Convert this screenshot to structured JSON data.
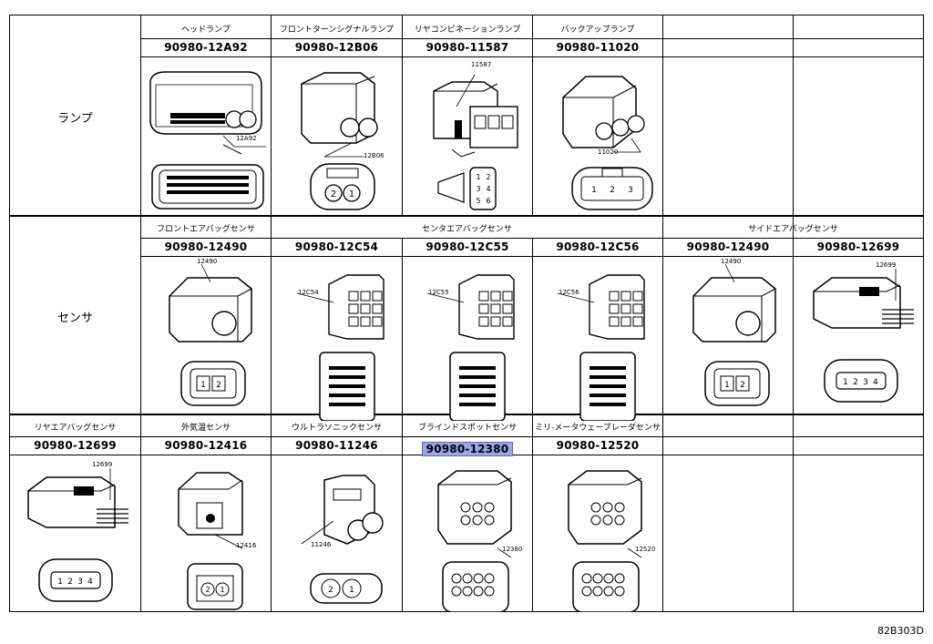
{
  "doc_id": "82B303D",
  "rows": [
    {
      "title": "ランプ",
      "cells": [
        {
          "label": "ヘッドランプ",
          "part": "90980-12A92",
          "callout": "12A92",
          "icon": "connector-multi-pin"
        },
        {
          "label": "フロントターンシグナルランプ",
          "part": "90980-12B06",
          "callout": "12B06",
          "icon": "connector-2-pin"
        },
        {
          "label": "リヤコンビネーションランプ",
          "part": "90980-11587",
          "callout": "11587",
          "icon": "connector-6-pin"
        },
        {
          "label": "バックアップランプ",
          "part": "90980-11020",
          "callout": "11020",
          "icon": "connector-3-pin"
        },
        {
          "label": "",
          "part": "",
          "callout": "",
          "icon": ""
        },
        {
          "label": "",
          "part": "",
          "callout": "",
          "icon": ""
        }
      ],
      "pin_labels": {
        "two": [
          "2",
          "1"
        ],
        "three": [
          "1",
          "2",
          "3"
        ],
        "six": [
          "1",
          "2",
          "3",
          "4",
          "5",
          "6"
        ]
      }
    },
    {
      "title": "センサ",
      "group_labels": [
        "フロントエアバッグセンサ",
        "センタエアバッグセンサ",
        "サイドエアバッグセンサ"
      ],
      "cells": [
        {
          "label": "",
          "part": "90980-12490",
          "callout": "12490",
          "icon": "connector-2-pin"
        },
        {
          "label": "",
          "part": "90980-12C54",
          "callout": "12C54",
          "icon": "connector-multi-pin"
        },
        {
          "label": "",
          "part": "90980-12C55",
          "callout": "12C55",
          "icon": "connector-multi-pin"
        },
        {
          "label": "",
          "part": "90980-12C56",
          "callout": "12C56",
          "icon": "connector-multi-pin"
        },
        {
          "label": "",
          "part": "90980-12490",
          "callout": "12490",
          "icon": "connector-2-pin"
        },
        {
          "label": "",
          "part": "90980-12699",
          "callout": "12699",
          "icon": "connector-4-pin"
        }
      ],
      "pin_labels": {
        "two": [
          "1",
          "2"
        ],
        "four": [
          "1",
          "2",
          "3",
          "4"
        ]
      }
    },
    {
      "title": "",
      "cells": [
        {
          "label": "リヤエアバッグセンサ",
          "part": "90980-12699",
          "callout": "12699",
          "icon": "connector-4-pin"
        },
        {
          "label": "外気温センサ",
          "part": "90980-12416",
          "callout": "12416",
          "icon": "connector-2-pin"
        },
        {
          "label": "ウルトラソニックセンサ",
          "part": "90980-11246",
          "callout": "11246",
          "icon": "connector-2-pin"
        },
        {
          "label": "ブラインドスポットセンサ",
          "part": "90980-12380",
          "callout": "12380",
          "icon": "connector-multi-pin",
          "highlight": true
        },
        {
          "label": "ミリ-メータウェーブレーダセンサ",
          "part": "90980-12520",
          "callout": "12520",
          "icon": "connector-multi-pin"
        },
        {
          "label": "",
          "part": "",
          "callout": "",
          "icon": ""
        }
      ],
      "pin_labels": {
        "four": [
          "1",
          "2",
          "3",
          "4"
        ],
        "two_rev": [
          "2",
          "1"
        ]
      }
    }
  ]
}
